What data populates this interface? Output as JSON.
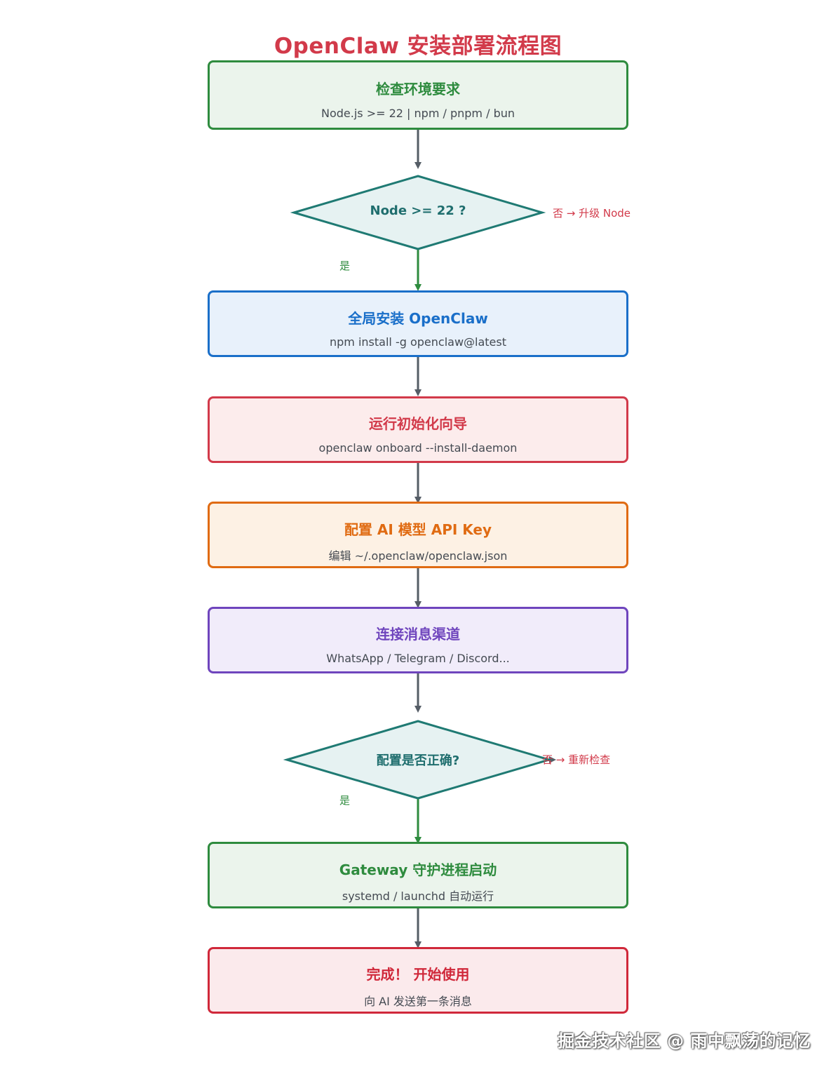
{
  "title": "OpenClaw  安装部署流程图",
  "nodes": {
    "check_env": {
      "title": "检查环境要求",
      "subtitle": "Node.js >= 22  |  npm / pnpm / bun"
    },
    "install": {
      "title": "全局安装 OpenClaw",
      "subtitle": "npm install -g openclaw@latest"
    },
    "onboard": {
      "title": "运行初始化向导",
      "subtitle": "openclaw onboard --install-daemon"
    },
    "api_key": {
      "title": "配置 AI 模型 API Key",
      "subtitle": "编辑  ~/.openclaw/openclaw.json"
    },
    "channels": {
      "title": "连接消息渠道",
      "subtitle": "WhatsApp / Telegram / Discord..."
    },
    "gateway": {
      "title": "Gateway 守护进程启动",
      "subtitle": "systemd / launchd  自动运行"
    },
    "done": {
      "title": "完成！  开始使用",
      "subtitle": "向 AI 发送第一条消息"
    }
  },
  "decisions": {
    "node_version": {
      "text": "Node >= 22 ?",
      "yes": "是",
      "no": "否  →  升级 Node"
    },
    "config_ok": {
      "text": "配置是否正确?",
      "yes": "是",
      "no": "否  →  重新检查"
    }
  },
  "watermark": "掘金技术社区 @ 雨中飘荡的记忆",
  "colors": {
    "title": "#d23a4a",
    "arrow": "#555d66",
    "yes_arrow": "#2e8b3e",
    "diamond_stroke": "#1f7a73",
    "diamond_fill": "#e6f2f2"
  }
}
